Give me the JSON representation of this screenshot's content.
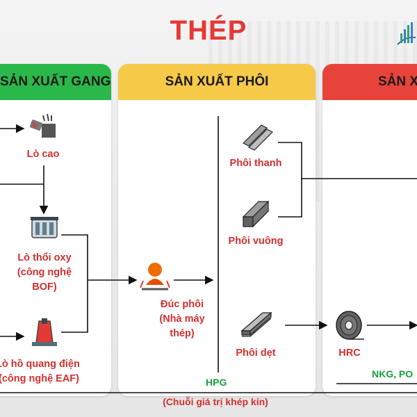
{
  "title": "THÉP",
  "columns": {
    "col1": "SẢN XUẤT GANG",
    "col2": "SẢN XUẤT PHÔI",
    "col3": "SẢN XUẤT"
  },
  "nodes": {
    "lo_cao": "Lò cao",
    "lo_thoi_oxy_1": "Lò thổi oxy",
    "lo_thoi_oxy_2": "(công nghệ",
    "lo_thoi_oxy_3": "BOF)",
    "lo_ho_1": "Lò hồ quang điện",
    "lo_ho_2": "(công nghệ EAF)",
    "duc_phoi_1": "Đúc phôi",
    "duc_phoi_2": "(Nhà máy",
    "duc_phoi_3": "thép)",
    "phoi_thanh": "Phôi thanh",
    "phoi_vuong": "Phôi vuông",
    "phoi_det": "Phôi dẹt",
    "hrc": "HRC"
  },
  "footer": {
    "hpg": "HPG",
    "nkg": "NKG, PO",
    "chain": "(Chuỗi giá trị khép kín)"
  },
  "colors": {
    "title_red": "#e53935",
    "green": "#2bb84a",
    "yellow": "#f7c948",
    "red": "#e8433b",
    "label_red": "#d32f2f",
    "label_green": "#1b9e3e"
  }
}
